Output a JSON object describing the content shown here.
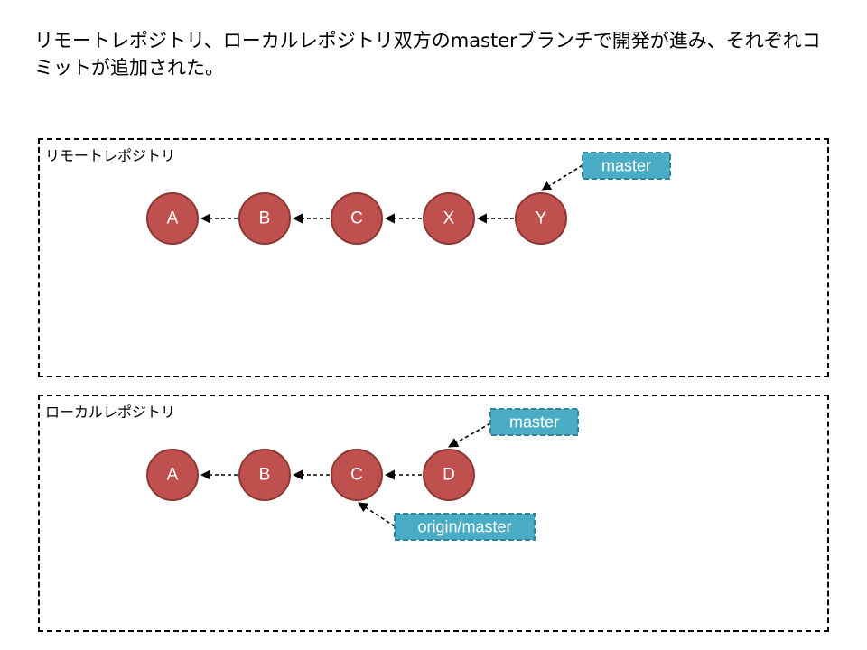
{
  "title": "リモートレポジトリ、ローカルレポジトリ双方のmasterブランチで開発が進み、それぞれコミットが追加された。",
  "remote": {
    "label": "リモートレポジトリ",
    "commits": [
      "A",
      "B",
      "C",
      "X",
      "Y"
    ],
    "refs": [
      {
        "name": "master",
        "points_to": "Y"
      }
    ]
  },
  "local": {
    "label": "ローカルレポジトリ",
    "commits": [
      "A",
      "B",
      "C",
      "D"
    ],
    "refs": [
      {
        "name": "master",
        "points_to": "D"
      },
      {
        "name": "origin/master",
        "points_to": "C"
      }
    ]
  },
  "colors": {
    "commit_fill": "#c0504d",
    "ref_fill": "#4bacc6"
  }
}
